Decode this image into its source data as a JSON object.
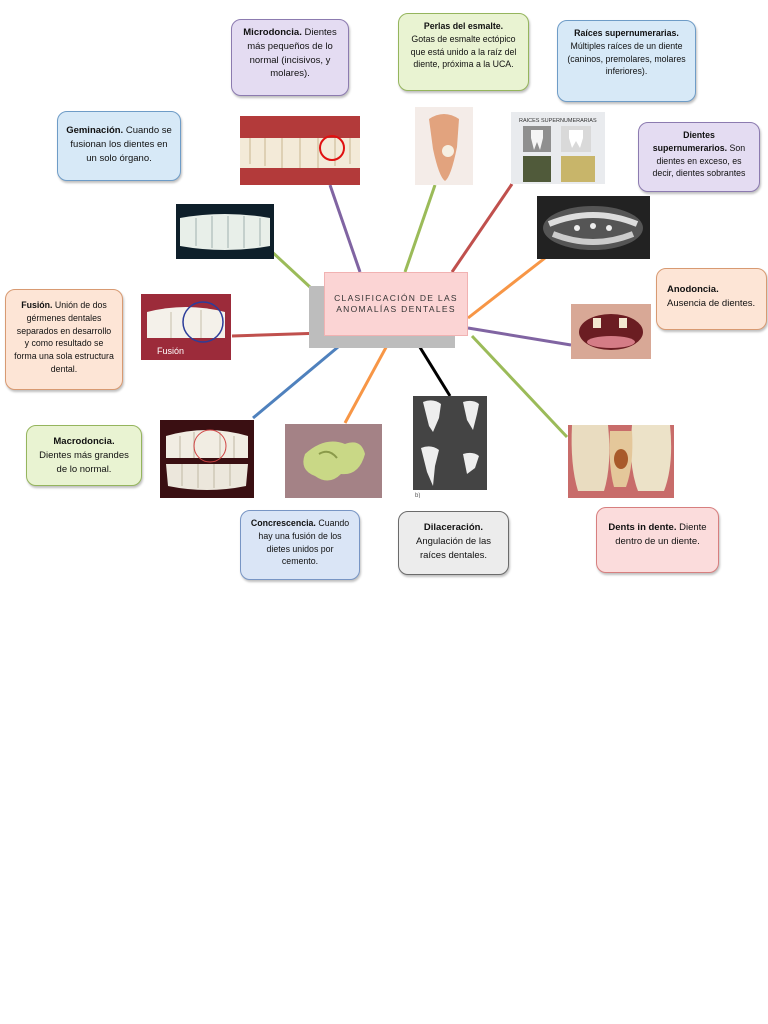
{
  "center": {
    "line1": "CLASIFICACIÓN DE LAS",
    "line2": "ANOMALÍAS DENTALES"
  },
  "boxes": {
    "microdoncia": {
      "title": "Microdoncia.",
      "text": " Dientes más pequeños de lo normal (incisivos, y molares)."
    },
    "perlas": {
      "title": "Perlas del esmalte.",
      "text": "Gotas de esmalte ectópico que está unido a la raíz del diente, próxima a la UCA."
    },
    "raices": {
      "title": "Raíces supernumerarias.",
      "text": "Múltiples raíces de un diente (caninos, premolares, molares inferiores)."
    },
    "geminacion": {
      "title": "Geminación.",
      "text": " Cuando se fusionan los dientes en un solo órgano."
    },
    "supernumerarios": {
      "title": "Dientes supernumerarios.",
      "text": " Son dientes en exceso, es decir, dientes sobrantes"
    },
    "anodoncia": {
      "title": "Anodoncia.",
      "text": "Ausencia de dientes."
    },
    "fusion": {
      "title": "Fusión.",
      "text": " Unión de dos gérmenes dentales separados en desarrollo y como resultado se forma una sola estructura dental."
    },
    "macrodoncia": {
      "title": "Macrodoncia.",
      "text": "Dientes más grandes de lo normal."
    },
    "concrescencia": {
      "title": "Concrescencia.",
      "text": " Cuando hay una fusión de los dietes unidos por cemento."
    },
    "dilaceracion": {
      "title": "Dilaceración.",
      "text": "Angulación de las raíces dentales."
    },
    "dents": {
      "title": "Dents in dente.",
      "text": " Diente dentro de un diente."
    }
  },
  "images": {
    "raices_caption": "RAICES SUPERNUMERARIAS",
    "fusion_caption": "Fusión",
    "dilaceracion_caption": "b)"
  },
  "colors": {
    "line_microdoncia": "#8064a2",
    "line_perlas": "#9bbb59",
    "line_raices": "#c0504d",
    "line_supernumerarios": "#f79646",
    "line_anodoncia": "#8064a2",
    "line_dents": "#9bbb59",
    "line_dilaceracion": "#000000",
    "line_concrescencia": "#f79646",
    "line_macrodoncia": "#4f81bd",
    "line_fusion": "#c0504d",
    "line_geminacion": "#9bbb59"
  }
}
